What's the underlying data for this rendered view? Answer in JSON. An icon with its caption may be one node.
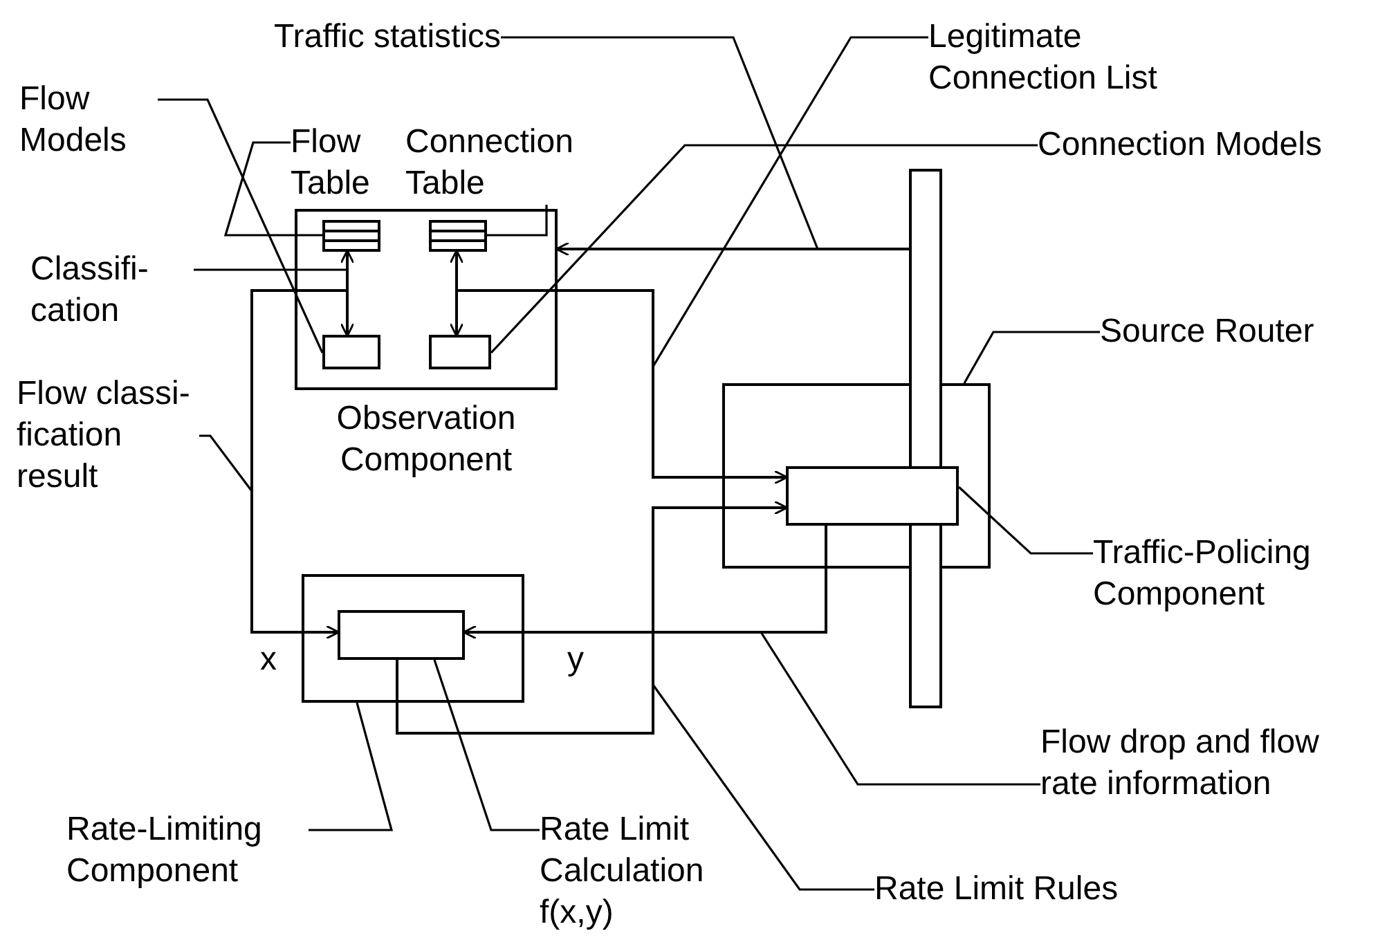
{
  "diagram": {
    "nodes": [
      {
        "text": [
          "Traffic statistics"
        ]
      },
      {
        "text": [
          "Legitimate Connection List"
        ]
      },
      {
        "text": [
          "Flow Models"
        ]
      },
      {
        "text": [
          "Flow Table"
        ]
      },
      {
        "text": [
          "Connection Table"
        ]
      },
      {
        "text": [
          "Connection Models"
        ]
      },
      {
        "text": [
          "Observation Component"
        ]
      },
      {
        "text": [],
        "shape": "table",
        "in": 6
      },
      {
        "text": [],
        "shape": "table",
        "in": 6
      },
      {
        "text": [],
        "shape": "box",
        "in": 6
      },
      {
        "text": [],
        "shape": "box",
        "in": 6
      },
      {
        "text": [
          "Classifi- cation"
        ]
      },
      {
        "text": [],
        "shape": "bar"
      },
      {
        "text": [
          "Source Router"
        ]
      },
      {
        "text": [],
        "shape": "box"
      },
      {
        "text": [],
        "shape": "box",
        "in": 14
      },
      {
        "text": [
          "Flow classi- fication result"
        ]
      },
      {
        "text": [
          "Traffic-Policing Component"
        ]
      },
      {
        "text": [],
        "shape": "box"
      },
      {
        "text": [],
        "shape": "box",
        "in": 18
      },
      {
        "text": [
          "Flow drop and flow rate information"
        ]
      },
      {
        "text": [
          "Rate-Limiting Component"
        ]
      },
      {
        "text": [
          "Rate Limit Calculation f(x,y)"
        ]
      },
      {
        "text": [
          "Rate Limit Rules"
        ]
      }
    ],
    "edges": [
      {
        "from": 0,
        "to": null,
        "arrow": "none"
      },
      {
        "from": 1,
        "to": null,
        "arrow": "none"
      },
      {
        "from": 2,
        "to": 9,
        "arrow": "none"
      },
      {
        "from": 3,
        "to": 7,
        "arrow": "none"
      },
      {
        "from": 4,
        "to": 8,
        "arrow": "none"
      },
      {
        "from": 5,
        "to": 10,
        "arrow": "none"
      },
      {
        "from": 11,
        "to": null,
        "arrow": "none"
      },
      {
        "from": 13,
        "to": 14,
        "arrow": "none"
      },
      {
        "from": 16,
        "to": null,
        "arrow": "none"
      },
      {
        "from": 17,
        "to": 15,
        "arrow": "none"
      },
      {
        "from": 20,
        "to": null,
        "arrow": "none"
      },
      {
        "from": 21,
        "to": 18,
        "arrow": "none"
      },
      {
        "from": 22,
        "to": 19,
        "arrow": "none"
      },
      {
        "from": 23,
        "to": null,
        "arrow": "none"
      },
      {
        "from": 12,
        "to": 6,
        "arrow": "to"
      },
      {
        "from": 7,
        "to": 9,
        "arrow": "both"
      },
      {
        "from": 8,
        "to": 10,
        "arrow": "both"
      },
      {
        "from": 6,
        "to": 19,
        "arrow": "to",
        "label": "x"
      },
      {
        "from": 6,
        "to": 15,
        "arrow": "to"
      },
      {
        "from": 19,
        "to": 15,
        "arrow": "to"
      },
      {
        "from": 15,
        "to": 19,
        "arrow": "to",
        "label": "y"
      }
    ]
  }
}
